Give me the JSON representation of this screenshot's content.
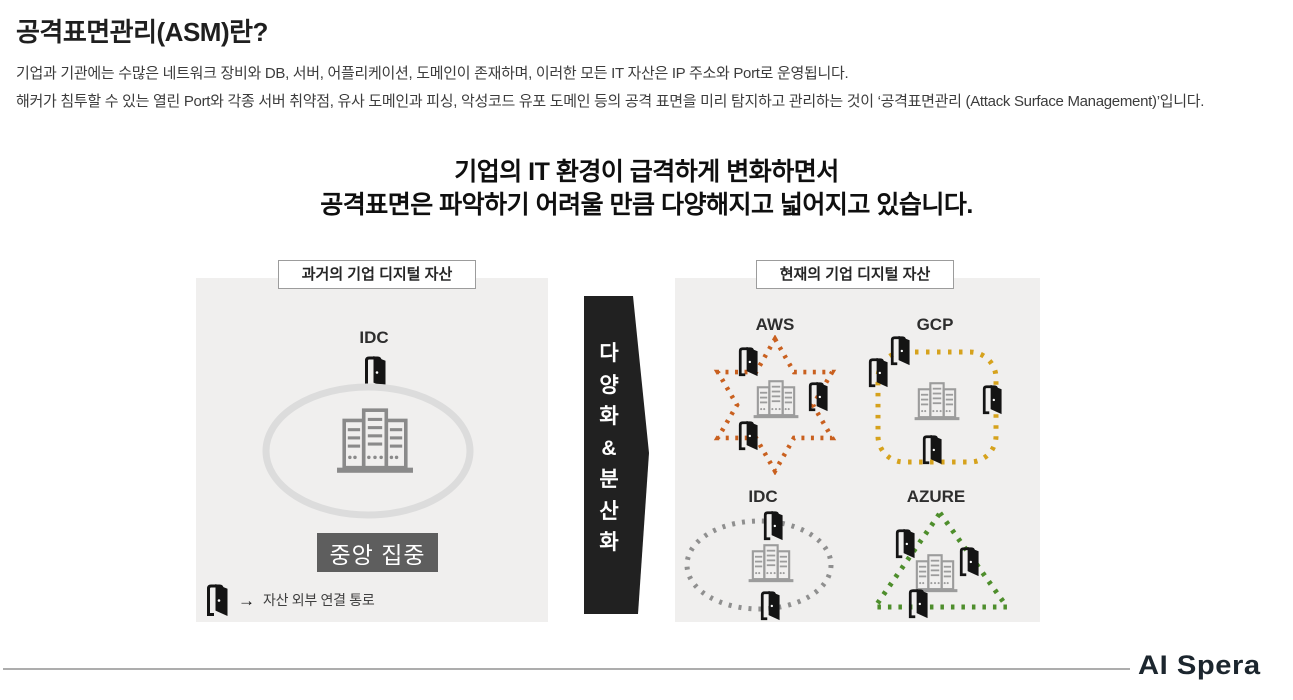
{
  "header": {
    "title": "공격표면관리(ASM)란?",
    "intro": [
      "기업과 기관에는 수많은 네트워크 장비와 DB, 서버, 어플리케이션, 도메인이 존재하며, 이러한 모든 IT 자산은 IP 주소와 Port로 운영됩니다.",
      "해커가 침투할 수 있는 열린 Port와 각종 서버 취약점, 유사 도메인과  피싱, 악성코드 유포 도메인 등의 공격 표면을 미리 탐지하고 관리하는 것이 ‘공격표면관리 (Attack Surface Management)’입니다."
    ]
  },
  "headline": {
    "line1": "기업의 IT 환경이 급격하게 변화하면서",
    "line2": "공격표면은 파악하기 어려울 만큼 다양해지고 넓어지고 있습니다."
  },
  "left_panel": {
    "label": "과거의 기업 디지털 자산",
    "node_label": "IDC",
    "badge": "중앙 집중",
    "badge_bg": "#5e5e5e",
    "ring_color": "#dcdcdc",
    "legend_arrow": "→",
    "legend_text": "자산 외부 연결 통로"
  },
  "transition": {
    "text": "다양화&분산화",
    "chars": [
      "다",
      "양",
      "화",
      "&",
      "분",
      "산",
      "화"
    ],
    "bg_color": "#212121"
  },
  "right_panel": {
    "label": "현재의 기업 디지털 자산",
    "clouds": [
      {
        "label": "AWS",
        "shape": "star",
        "color": "#c9601f"
      },
      {
        "label": "GCP",
        "shape": "rounded-square",
        "color": "#d6a21c"
      },
      {
        "label": "IDC",
        "shape": "ellipse",
        "color": "#8f8f8f"
      },
      {
        "label": "AZURE",
        "shape": "triangle",
        "color": "#4e8e2c"
      }
    ]
  },
  "footer": {
    "brand": "AI Spera"
  },
  "icons": {
    "door": "open-door-icon",
    "server": "server-rack-icon"
  }
}
